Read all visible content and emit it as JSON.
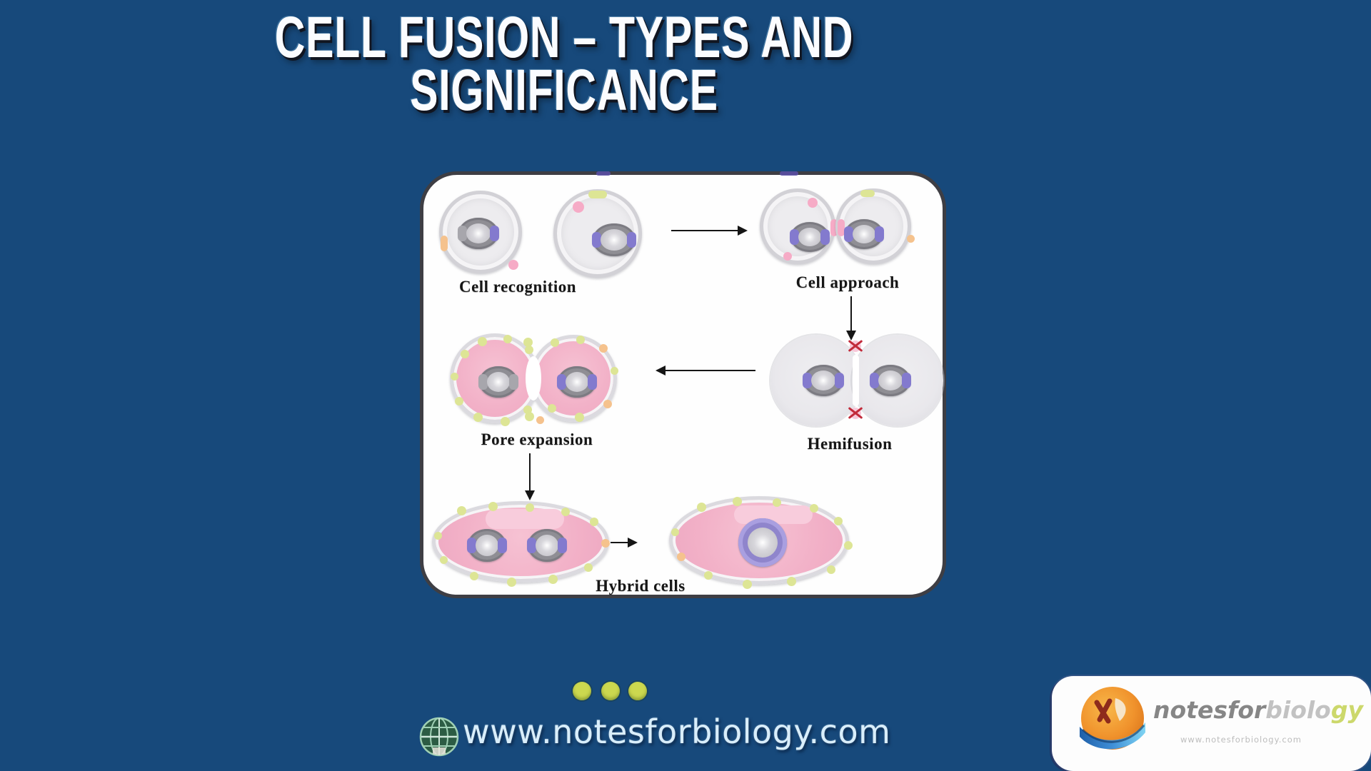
{
  "title": {
    "line1": "CELL FUSION – TYPES AND",
    "line2": "SIGNIFICANCE"
  },
  "diagram": {
    "labels": {
      "cell_recognition": "Cell recognition",
      "cell_approach": "Cell approach",
      "hemifusion": "Hemifusion",
      "pore_expansion": "Pore expansion",
      "hybrid_cells": "Hybrid cells"
    }
  },
  "footer": {
    "website": "www.notesforbiology.com"
  },
  "logo": {
    "brand_part1": "notesfor",
    "brand_part2": "biolo",
    "brand_part3": "gy",
    "tagline": "www.notesforbiology.com"
  },
  "colors": {
    "background": "#17497B",
    "title_text": "#FFFFFF",
    "cell_pink": "#F2B0C7",
    "membrane_green": "#DDE595",
    "nucleus_purple": "#837ACE",
    "accent_dot_green": "#CCD84F",
    "url_text": "#D9EEFB",
    "red_x": "#C22A3A"
  }
}
